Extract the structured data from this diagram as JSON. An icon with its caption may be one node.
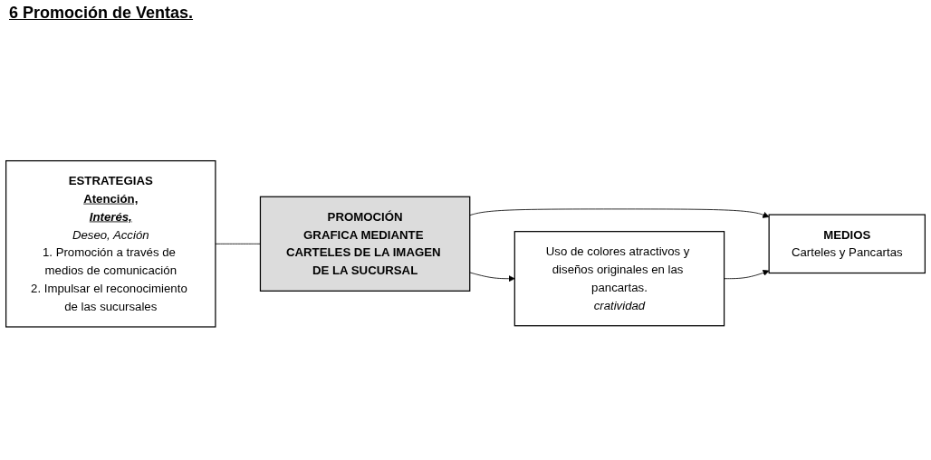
{
  "diagram": {
    "title": "6 Promoción de Ventas.",
    "nodes": [
      {
        "text": [
          "ESTRATEGIAS",
          "Atención,",
          "Interés,",
          "Deseo, Acción",
          "1. Promoción a través de medios de comunicación",
          "2. Impulsar el reconocimiento de las sucursales"
        ]
      },
      {
        "text": [
          "PROMOCIÓN",
          "GRAFICA MEDIANTE CARTELES DE LA IMAGEN DE LA SUCURSAL"
        ]
      },
      {
        "text": [
          "Uso de colores atractivos y diseños originales en las pancartas.",
          "cratividad"
        ]
      },
      {
        "text": [
          "MEDIOS",
          "Carteles y Pancartas"
        ]
      }
    ],
    "edges": [
      {
        "from": 0,
        "to": 1,
        "arrow": "none"
      },
      {
        "from": 1,
        "to": 2,
        "arrow": "to"
      },
      {
        "from": 1,
        "to": 3,
        "arrow": "to"
      },
      {
        "from": 2,
        "to": 3,
        "arrow": "to"
      }
    ]
  }
}
